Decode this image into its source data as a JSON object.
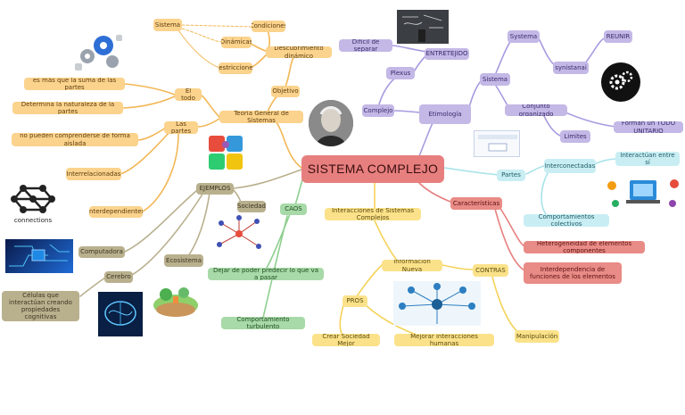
{
  "central": "SISTEMA COMPLEJO",
  "nodes": {
    "sistema_top": "Sistema",
    "condiciones": "Condiciones",
    "dinamicas": "Dinámicas",
    "restricciones": "Restricciones",
    "descubrimiento": "Descubrimiento dinámico",
    "objetivo": "Objetivo",
    "teoria": "Teoría General de Sistemas",
    "eltodo": "El todo",
    "suma": "es más que la suma de las partes",
    "determina": "Determina la naturaleza de la partes",
    "laspartes": "Las partes",
    "aislada": "no pueden comprenderse de forma aislada",
    "interrelacionadas": "Interrelacionadas",
    "interdependientes": "Interdependientes",
    "ejemplos": "EJEMPLOS",
    "sociedad": "Sociedad",
    "computadora": "Computadora",
    "ecosistema": "Ecosistema",
    "cerebro": "Cerebro",
    "celulas": "Células que interactúan creando propiedades cognitivas",
    "caos": "CAOS",
    "dejar": "Dejar de poder predecir lo que va a pasar",
    "turbulento": "Comportamiento turbulento",
    "interacciones": "Interacciones de Sistemas Complejos",
    "info": "Información Nueva",
    "contras": "CONTRAS",
    "pros": "PROS",
    "crear": "Crear Sociedad Mejor",
    "mejorar": "Mejorar interacciones humanas",
    "manipulacion": "Manipulación",
    "dificil": "Difícil de separar",
    "entretejido": "ENTRETEJIDO",
    "plexus": "Plexus",
    "complejo": "Complejo",
    "etimologia": "Etimología",
    "systema": "Systema",
    "sistema_ety": "Sistema",
    "reunir": "REUNIR",
    "synistanai": "synistanai",
    "conjunto": "Conjunto organizado",
    "formanun": "Forman un TODO UNITARIO",
    "limites": "Limites",
    "partes": "Partes",
    "interconectadas": "Interconectadas",
    "interactuan": "Interactúan entre sí",
    "comportamientos": "Comportamientos colectivos",
    "caracteristicas": "Características",
    "heterogeneidad": "Heterogeneidad de elementos componentes",
    "interdependencia": "Interdependencia de funciones de los elementos"
  },
  "labels": {
    "connections": "connections"
  }
}
